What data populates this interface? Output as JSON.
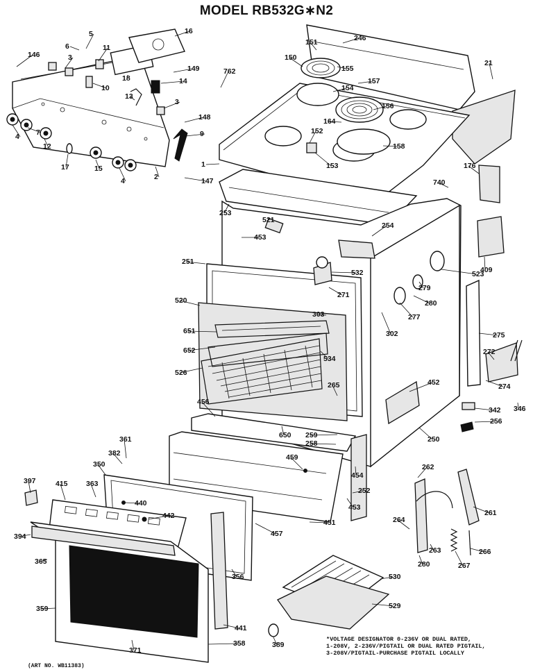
{
  "title": "MODEL RB532G∗N2",
  "art_no": "(ART NO. WB11383)",
  "footnote": [
    "*VOLTAGE DESIGNATOR 0-236V OR DUAL RATED,",
    "1-208V, 2-236V/PIGTAIL OR DUAL RATED PIGTAIL,",
    "3-208V/PIGTAIL-PURCHASE PIGTAIL LOCALLY"
  ],
  "callouts": [
    "146",
    "5",
    "6",
    "3",
    "11",
    "16",
    "151",
    "246",
    "18",
    "10",
    "149",
    "150",
    "155",
    "762",
    "157",
    "154",
    "21",
    "14",
    "13",
    "3",
    "156",
    "148",
    "4",
    "7",
    "9",
    "164",
    "152",
    "158",
    "12",
    "15",
    "17",
    "1",
    "4",
    "2",
    "153",
    "176",
    "740",
    "147",
    "253",
    "521",
    "254",
    "409",
    "453",
    "251",
    "532",
    "523",
    "271",
    "279",
    "520",
    "280",
    "303",
    "277",
    "275",
    "651",
    "302",
    "272",
    "652",
    "534",
    "526",
    "265",
    "452",
    "274",
    "346",
    "456",
    "342",
    "256",
    "650",
    "259",
    "250",
    "258",
    "361",
    "262",
    "382",
    "459",
    "350",
    "454",
    "397",
    "415",
    "363",
    "440",
    "252",
    "453",
    "261",
    "451",
    "264",
    "442",
    "394",
    "457",
    "263",
    "266",
    "365",
    "280",
    "267",
    "530",
    "356",
    "529",
    "359",
    "441",
    "389",
    "371",
    "358"
  ]
}
